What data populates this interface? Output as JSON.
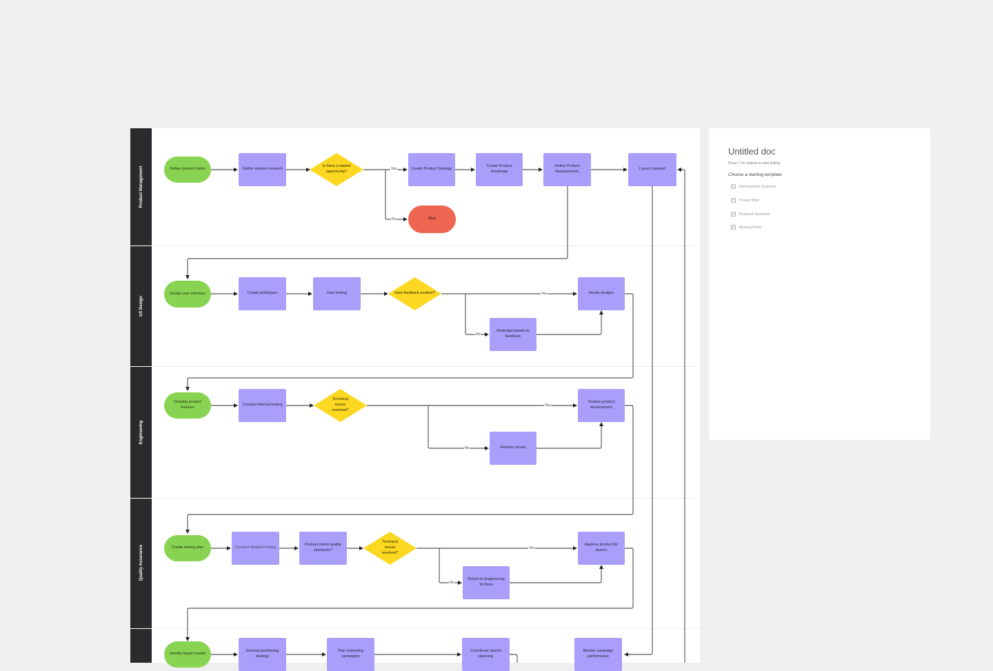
{
  "lanes": [
    {
      "label": "Product Management"
    },
    {
      "label": "UX Design"
    },
    {
      "label": "Engineering"
    },
    {
      "label": "Quality Assurance"
    },
    {
      "label": ""
    }
  ],
  "nodes": {
    "define_vision": "Define product vision",
    "gather_research": "Gather market research",
    "market_opportunity": "Is there a market opportunity?",
    "create_strategy": "Create Product Strategy",
    "create_roadmap": "Create  Product Roadmap",
    "define_requirements": "Define Product Requirements",
    "launch_product": "Launch product",
    "stop": "Stop",
    "design_ui": "Design user interface",
    "create_prototypes": "Create prototypes",
    "user_testing": "User testing",
    "feedback_positive": "User feedback positive?",
    "iterate_designs": "Iterate designs",
    "redesign_feedback": "Redesign based on feedback",
    "develop_features": "Develop product features",
    "internal_testing": "Conduct internal testing",
    "tech_resolved_eng": "Technical issues resolved?",
    "finalize_dev": "Finalize product development",
    "resolve_issues": "Resolve issues",
    "create_test_plan": "Create testing plan",
    "detailed_testing": "Conduct detailed testing",
    "meets_standards": "Product meets quality standards?",
    "tech_resolved_qa": "Technical issues resolved?",
    "approve_launch": "Approve product for launch",
    "return_engineering": "Return to Engineering for fixes",
    "identify_market": "Identify target market",
    "positioning_strategy": "Develop positioning strategy",
    "plan_campaigns": "Plan marketing campaigns",
    "coordinate_launch": "Coordinate launch planning",
    "monitor_campaign": "Monitor campaign performance"
  },
  "edge_labels": {
    "pm_yes": "Yes",
    "pm_no": "No",
    "ux_yes": "Yes",
    "ux_no": "No",
    "eng_yes": "Yes",
    "eng_no": "No",
    "qa_yes": "Yes",
    "qa_no": "No"
  },
  "doc": {
    "title": "Untitled doc",
    "hint": "Press '/' for options or start writing",
    "choose": "Choose a starting template",
    "templates": [
      {
        "label": "Retrospective Summary",
        "icon": "document-icon"
      },
      {
        "label": "Product Brief",
        "icon": "document-icon"
      },
      {
        "label": "Research Synthesis",
        "icon": "document-icon"
      },
      {
        "label": "Meeting Notes",
        "icon": "document-icon"
      }
    ]
  },
  "colors": {
    "process": "#a99ef9",
    "terminal": "#89d352",
    "stop": "#ee6552",
    "decision": "#fcd822",
    "lane_band": "#2b2b2d",
    "canvas": "#efefef"
  }
}
